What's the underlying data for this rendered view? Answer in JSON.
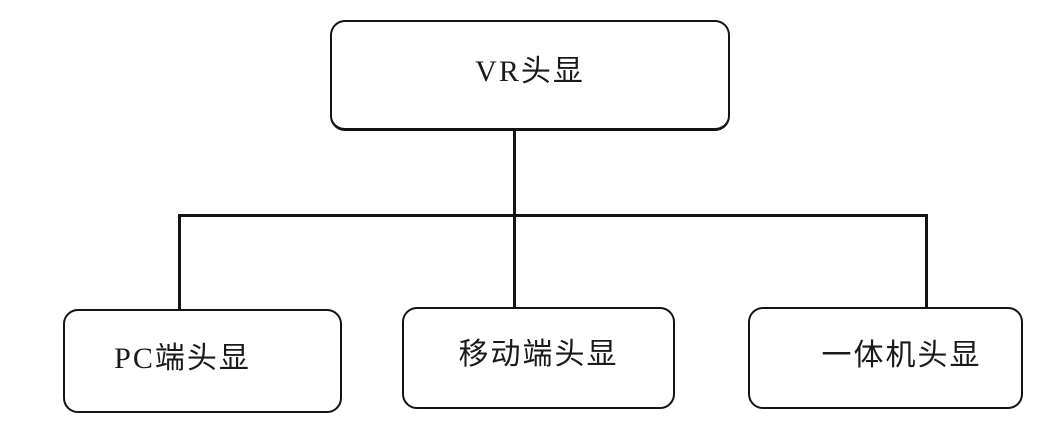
{
  "diagram": {
    "type": "tree",
    "root": {
      "id": "vr-headset",
      "label": "VR头显"
    },
    "children": [
      {
        "id": "pc-headset",
        "label": "PC端头显",
        "parent": "vr-headset"
      },
      {
        "id": "mobile-headset",
        "label": "移动端头显",
        "parent": "vr-headset"
      },
      {
        "id": "standalone-headset",
        "label": "一体机头显",
        "parent": "vr-headset"
      }
    ],
    "colors": {
      "line": "#141414",
      "box_border": "#141414",
      "box_fill": "#ffffff",
      "text": "#1a1a1a",
      "background": "#ffffff"
    }
  }
}
